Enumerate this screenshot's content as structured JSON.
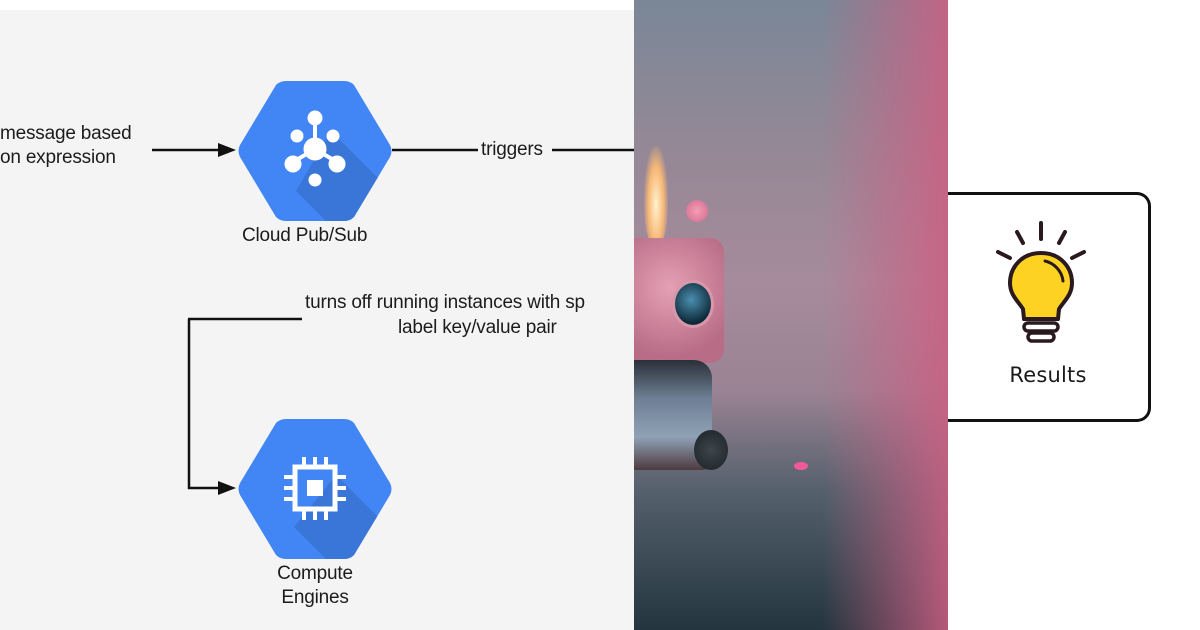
{
  "diagram": {
    "input_label": {
      "line1": "message based",
      "line2": "on expression"
    },
    "pubsub_node": {
      "label": "Cloud Pub/Sub",
      "icon": "pubsub-hub-icon"
    },
    "triggers_label": "triggers",
    "turnoff_label": {
      "line1": "turns off running instances with sp",
      "line2": "label key/value pair"
    },
    "compute_node": {
      "label_line1": "Compute",
      "label_line2": "Engines",
      "icon": "cpu-chip-icon"
    },
    "colors": {
      "hex_blue": "#4285f4",
      "hex_shadow": "#3a76d8",
      "background": "#f4f4f4",
      "line": "#111111"
    }
  },
  "photo": {
    "subject": "pink robot with candle flame in rain"
  },
  "results_card": {
    "label": "Results",
    "icon": "lightbulb-icon",
    "colors": {
      "bulb": "#fdd222",
      "outline": "#2a1a1f"
    }
  }
}
